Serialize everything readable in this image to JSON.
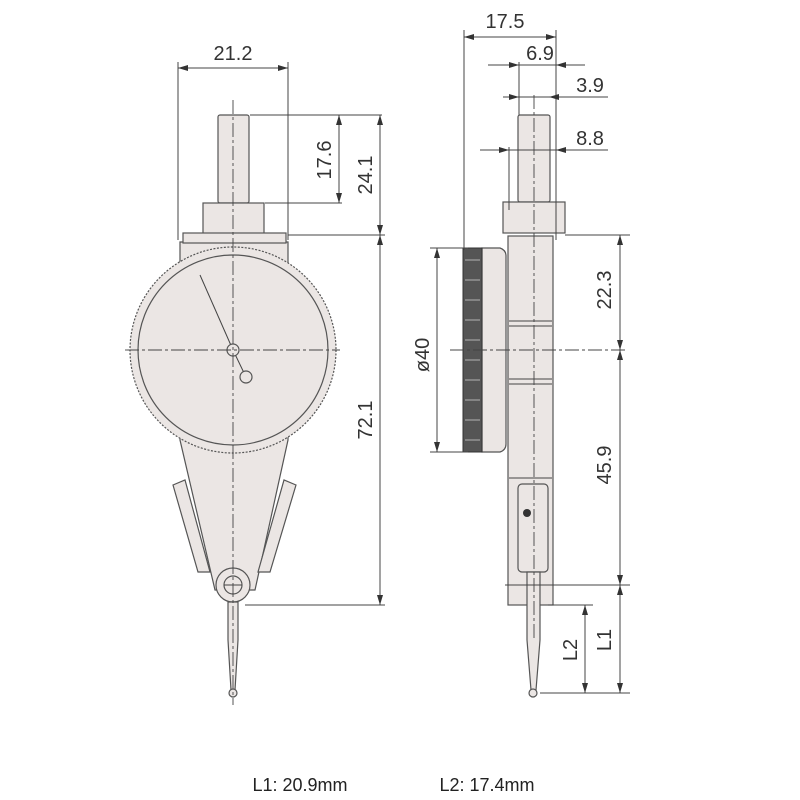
{
  "front_view": {
    "width_dim": "21.2",
    "stem_dim": "17.6",
    "top_dim": "24.1",
    "height_dim": "72.1"
  },
  "side_view": {
    "depth_dim": "17.5",
    "offset_dim": "6.9",
    "stem_dia_dim": "3.9",
    "nut_dim": "8.8",
    "dial_dia_dim": "ø40",
    "upper_dim": "22.3",
    "lower_dim": "45.9",
    "l1_label": "L1",
    "l2_label": "L2"
  },
  "notes": {
    "l1": "L1: 20.9mm",
    "l2": "L2: 17.4mm"
  }
}
